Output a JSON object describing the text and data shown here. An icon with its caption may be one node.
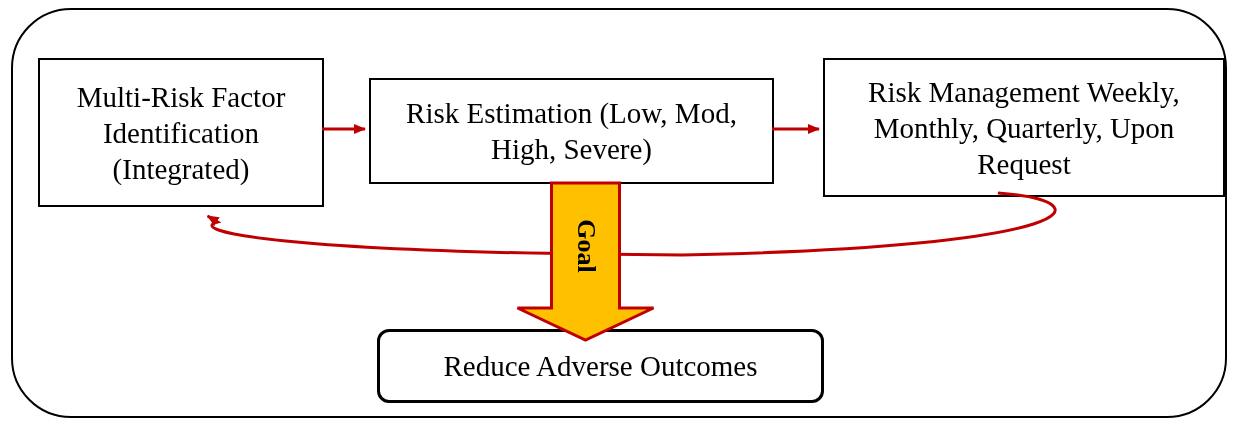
{
  "diagram": {
    "nodes": [
      {
        "text": [],
        "shape": "box"
      },
      {
        "text": [
          "Multi-Risk Factor Identification (Integrated)"
        ],
        "in": 0
      },
      {
        "text": [
          "Risk Estimation (Low, Mod, High, Severe)"
        ],
        "in": 0
      },
      {
        "text": [
          "Risk Management Weekly, Monthly, Quarterly, Upon Request"
        ],
        "in": 0
      },
      {
        "text": [
          "Reduce Adverse Outcomes"
        ],
        "in": 0
      }
    ],
    "edges": [
      {
        "from": 1,
        "to": 2,
        "arrow": "to"
      },
      {
        "from": 2,
        "to": 3,
        "arrow": "to"
      },
      {
        "from": 3,
        "to": 1,
        "arrow": "to"
      },
      {
        "from": 2,
        "to": 4,
        "arrow": "to",
        "label": "Goal",
        "style": "thick",
        "color": "#ffc000"
      }
    ]
  }
}
